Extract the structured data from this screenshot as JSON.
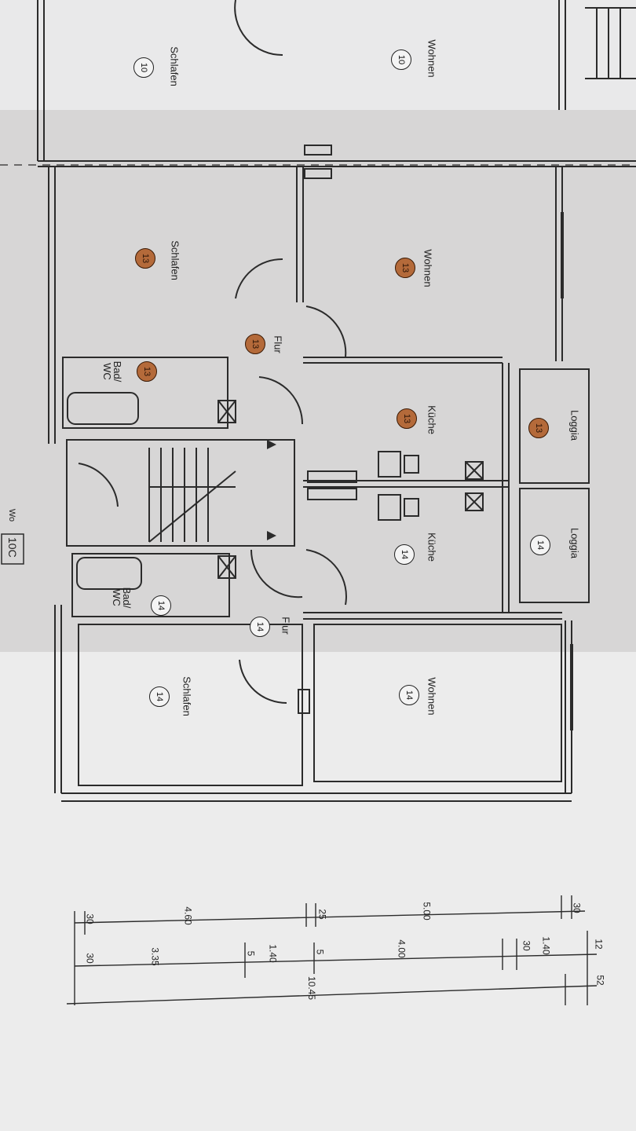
{
  "rooms": {
    "wohnen_10": "Wohnen",
    "schlafen_10": "Schlafen",
    "wohnen_13": "Wohnen",
    "schlafen_13": "Schlafen",
    "flur_13": "Flur",
    "bad_13": "Bad/\nWC",
    "kueche_13": "Küche",
    "loggia_13": "Loggia",
    "kueche_14": "Küche",
    "loggia_14": "Loggia",
    "flur_14": "Flur",
    "bad_14": "Bad/\nWC",
    "wohnen_14": "Wohnen",
    "schlafen_14": "Schlafen"
  },
  "badges": {
    "wohnen_10": "10",
    "schlafen_10": "10",
    "wohnen_13": "13",
    "schlafen_13": "13",
    "flur_13": "13",
    "bad_13": "13",
    "kueche_13": "13",
    "loggia_13": "13",
    "kueche_14": "14",
    "loggia_14": "14",
    "flur_14": "14",
    "bad_14": "14",
    "wohnen_14": "14",
    "schlafen_14": "14"
  },
  "house_number": "10C",
  "house_prefix": "Wo",
  "dimensions": {
    "row1": [
      "30",
      "4.60",
      "25",
      "5.00",
      "30"
    ],
    "row2": [
      "30",
      "3.35",
      "5",
      "1.40",
      "5",
      "4.00",
      "30",
      "1.40",
      "12"
    ],
    "row3": [
      "10.45",
      "52"
    ]
  },
  "colors": {
    "wall": "#2b2b2b",
    "badge_brown": "#b46a3a"
  }
}
